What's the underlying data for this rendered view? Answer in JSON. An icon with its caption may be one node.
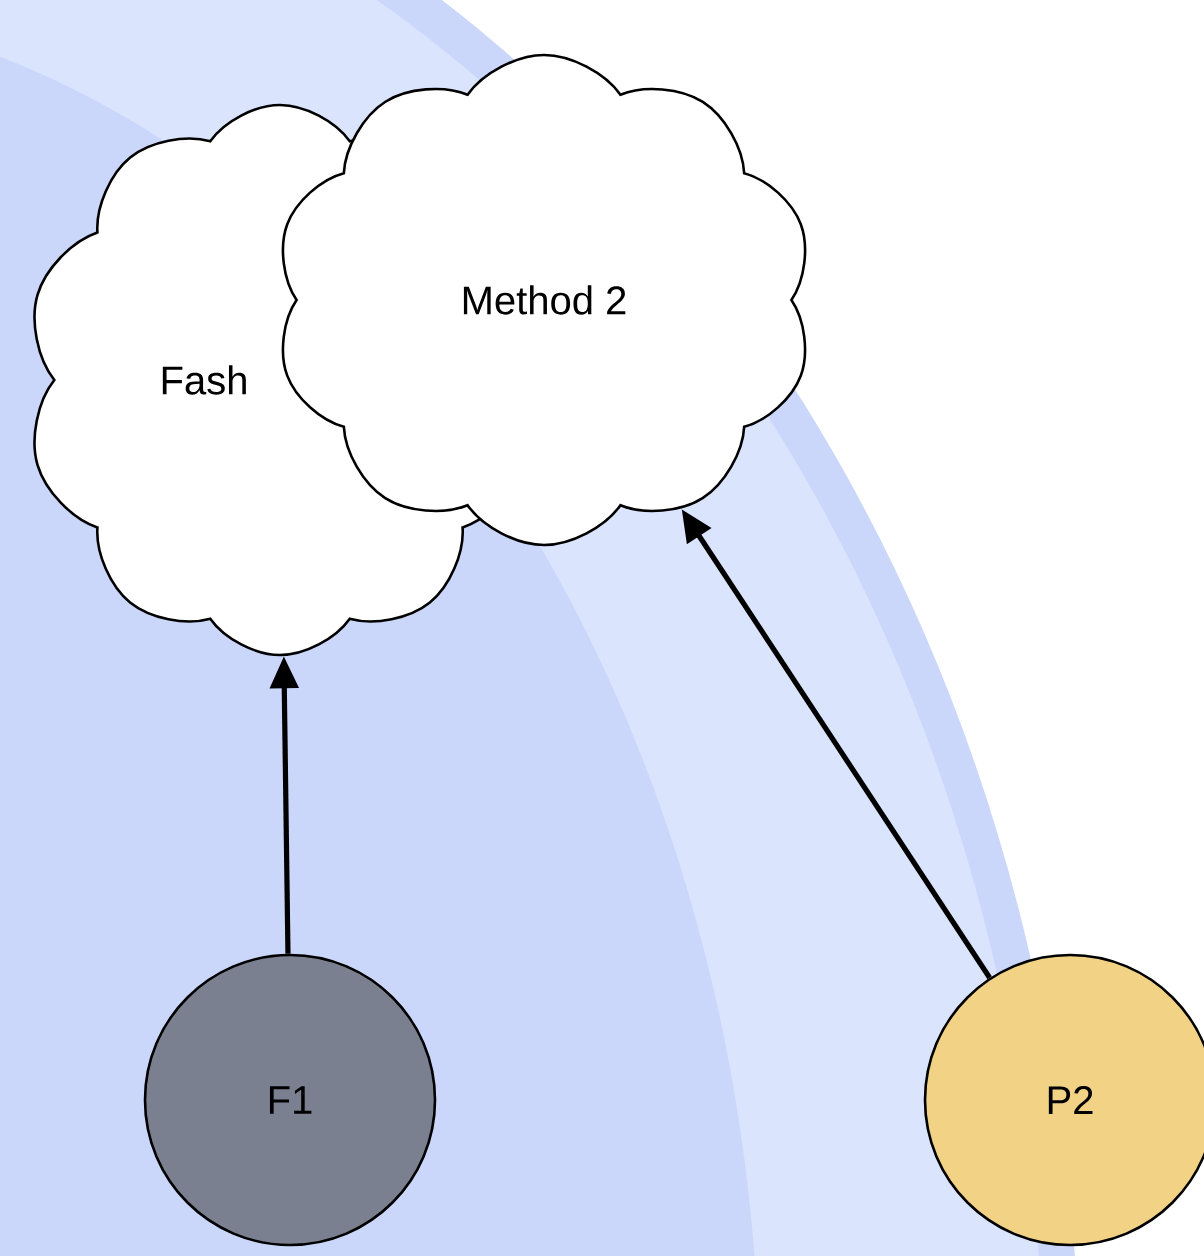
{
  "diagram": {
    "nodes": [
      {
        "text": [
          "Fash"
        ]
      },
      {
        "text": [
          "Method 2"
        ]
      },
      {
        "text": [
          "F1"
        ]
      },
      {
        "text": [
          "P2"
        ]
      }
    ],
    "edges": [
      {
        "from": 2,
        "to": 0,
        "arrow": "to"
      },
      {
        "from": 3,
        "to": 1,
        "arrow": "to"
      }
    ]
  }
}
